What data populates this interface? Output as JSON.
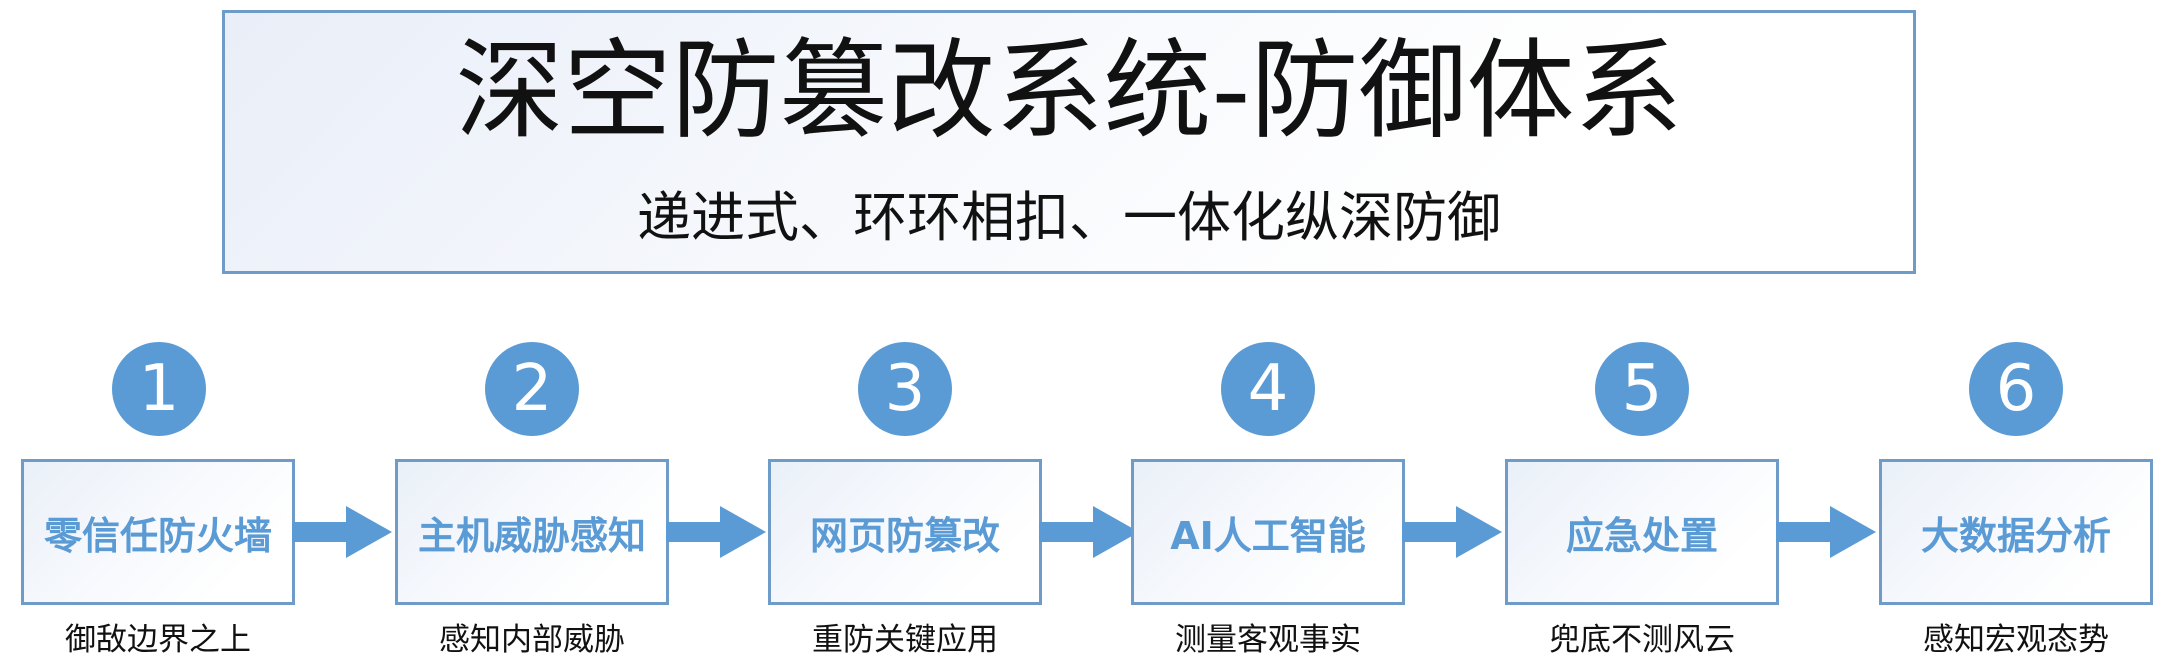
{
  "header": {
    "title": "深空防篡改系统-防御体系",
    "subtitle": "递进式、环环相扣、一体化纵深防御"
  },
  "steps": [
    {
      "number": "1",
      "label": "零信任防火墙",
      "caption": "御敌边界之上"
    },
    {
      "number": "2",
      "label": "主机威胁感知",
      "caption": "感知内部威胁"
    },
    {
      "number": "3",
      "label": "网页防篡改",
      "caption": "重防关键应用"
    },
    {
      "number": "4",
      "label": "AI人工智能",
      "caption": "测量客观事实"
    },
    {
      "number": "5",
      "label": "应急处置",
      "caption": "兜底不测风云"
    },
    {
      "number": "6",
      "label": "大数据分析",
      "caption": "感知宏观态势"
    }
  ],
  "colors": {
    "accent": "#5b9bd5",
    "border": "#6f9bc8",
    "text": "#111111"
  }
}
